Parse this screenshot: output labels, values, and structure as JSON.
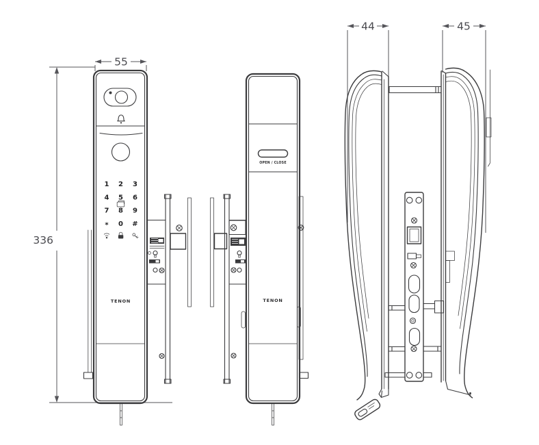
{
  "colors": {
    "background": "#ffffff",
    "line": "#3b3b3d",
    "dimension": "#4b4b50"
  },
  "dimensions": {
    "front_width": "55",
    "front_height": "336",
    "left_depth": "44",
    "right_depth": "45"
  },
  "front_view": {
    "keypad_keys": [
      "1",
      "2",
      "3",
      "4",
      "5",
      "6",
      "7",
      "8",
      "9",
      "*",
      "0",
      "#"
    ],
    "logo": "TENON"
  },
  "rear_view": {
    "open_close_label": "OPEN / CLOSE",
    "logo": "TENON"
  },
  "icons": {
    "camera": "camera-icon",
    "doorbell": "doorbell-icon",
    "fingerprint": "fingerprint-icon",
    "card_reader": "card-reader-icon",
    "wifi": "wifi-icon",
    "padlock": "padlock-icon",
    "key": "key-icon",
    "screw": "screw-icon"
  }
}
